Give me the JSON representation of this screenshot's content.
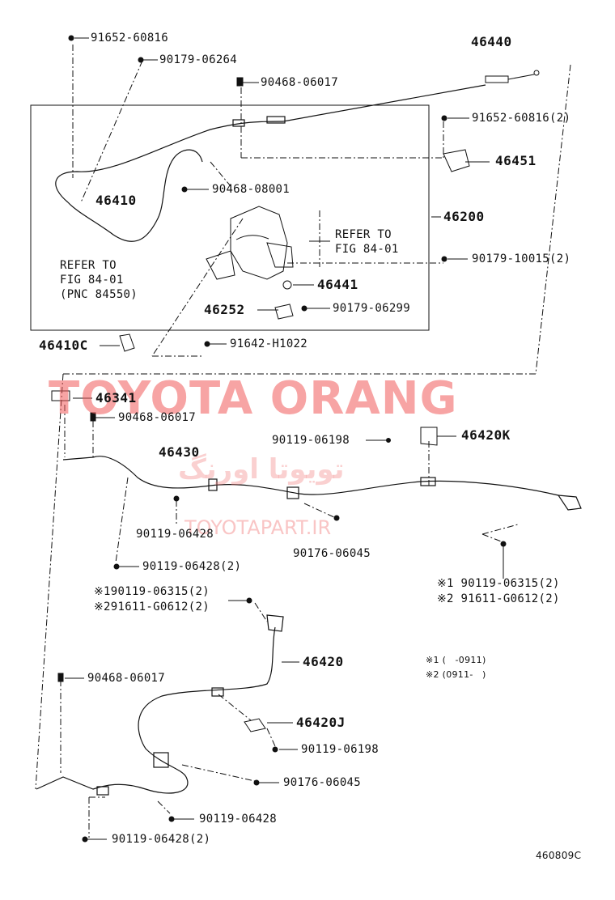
{
  "colors": {
    "line": "#111111",
    "watermark": "#f05a5a"
  },
  "watermark": {
    "main": "TOYOTA ORANG",
    "persian": "تویوتا اورنگ",
    "url": "TOYOTAPART.IR"
  },
  "labels": {
    "p91652_60816": "91652-60816",
    "p90179_06264": "90179-06264",
    "p46440": "46440",
    "p90468_06017_top": "90468-06017",
    "p91652_60816_2": "91652-60816(2)",
    "p46451": "46451",
    "p46410": "46410",
    "p90468_08001": "90468-08001",
    "p46200": "46200",
    "refer_right_1": "REFER TO",
    "refer_right_2": "FIG 84-01",
    "p90179_10015_2": "90179-10015(2)",
    "refer_left_1": "REFER TO",
    "refer_left_2": "FIG 84-01",
    "refer_left_3": "(PNC 84550)",
    "p46441": "46441",
    "p46252": "46252",
    "p90179_06299": "90179-06299",
    "p46410C": "46410C",
    "p91642_H1022": "91642-H1022",
    "p46341": "46341",
    "p90468_06017_mid": "90468-06017",
    "p90119_06198_a": "90119-06198",
    "p46420K": "46420K",
    "p46430": "46430",
    "p90119_06428_a": "90119-06428",
    "p90176_06045_a": "90176-06045",
    "p90119_06428_2a": "90119-06428(2)",
    "p_m1_left": "※190119-06315(2)",
    "p_m2_left": "※291611-G0612(2)",
    "p_m1_right": "※1 90119-06315(2)",
    "p_m2_right": "※2 91611-G0612(2)",
    "note_1": "※1 (　-0911)",
    "note_2": "※2 (0911-　)",
    "p46420": "46420",
    "p90468_06017_bot": "90468-06017",
    "p46420J": "46420J",
    "p90119_06198_b": "90119-06198",
    "p90176_06045_b": "90176-06045",
    "p90119_06428_b": "90119-06428",
    "p90119_06428_2b": "90119-06428(2)",
    "diagram_id": "460809C"
  }
}
